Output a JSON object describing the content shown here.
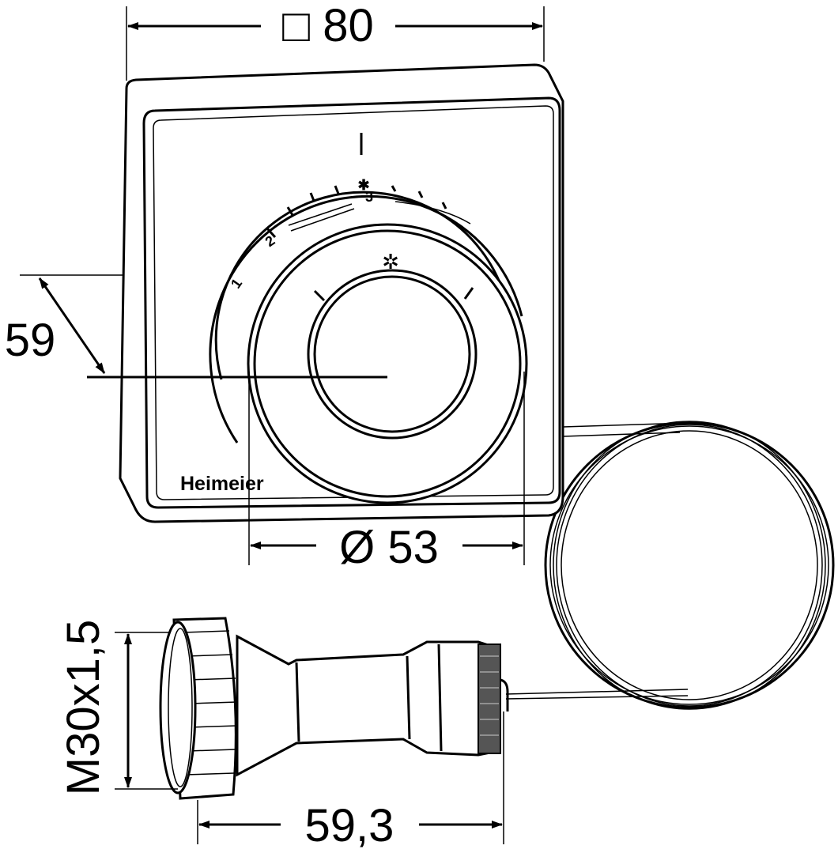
{
  "dimensions": {
    "width": "□ 80",
    "depth": "59",
    "knob_diameter": "Ø 53",
    "thread": "M30x1,5",
    "sensor_length": "59,3"
  },
  "brand": "Heimeier",
  "dial_marks": [
    "1",
    "2",
    "3"
  ],
  "symbols": {
    "frost": "snowflake-icon"
  }
}
